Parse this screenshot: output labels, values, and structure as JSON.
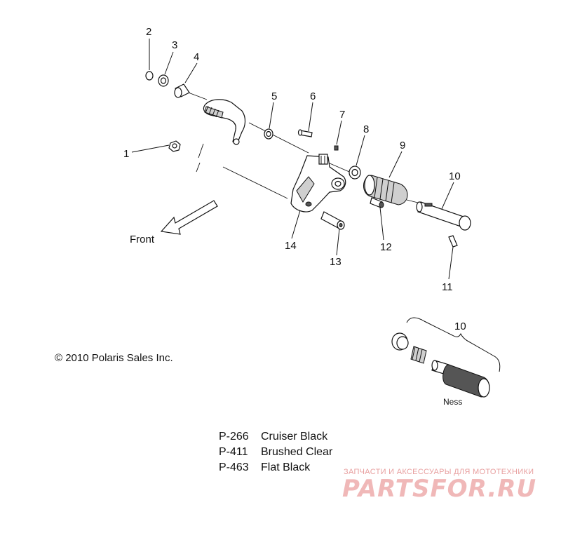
{
  "callouts": [
    "1",
    "2",
    "3",
    "4",
    "5",
    "6",
    "7",
    "8",
    "9",
    "10",
    "11",
    "12",
    "13",
    "14"
  ],
  "kit_callout": "10",
  "front_label": "Front",
  "copyright": "© 2010 Polaris Sales Inc.",
  "kit_label": "Ness",
  "color_codes": [
    {
      "code": "P-266",
      "name": "Cruiser Black"
    },
    {
      "code": "P-411",
      "name": "Brushed Clear"
    },
    {
      "code": "P-463",
      "name": "Flat Black"
    }
  ],
  "watermark": {
    "tagline": "ЗАПЧАСТИ И АКСЕССУАРЫ ДЛЯ МОТОТЕХНИКИ",
    "brand": "PARTSFOR.RU"
  }
}
